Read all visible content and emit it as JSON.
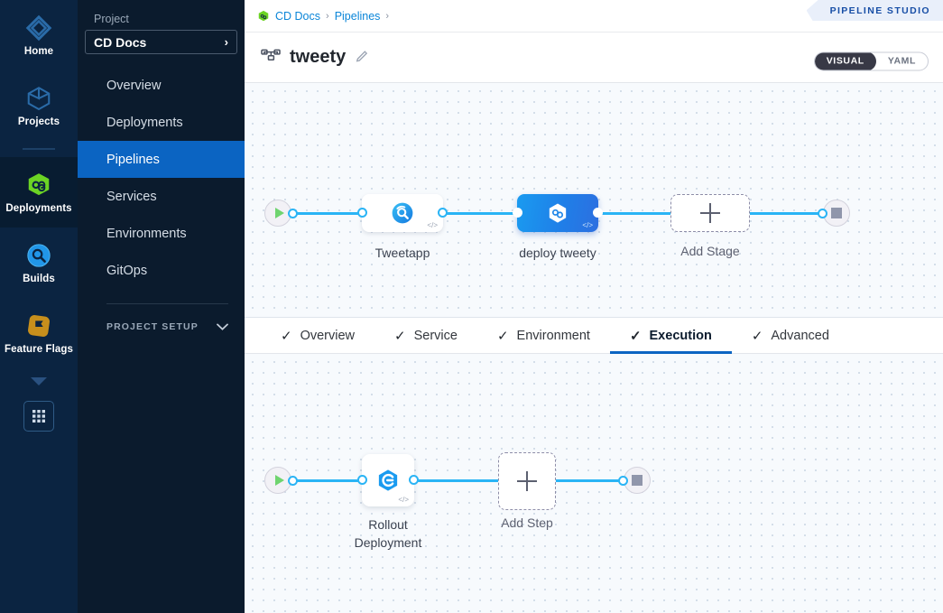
{
  "rail": {
    "items": [
      {
        "label": "Home",
        "icon": "home-diamond-icon"
      },
      {
        "label": "Projects",
        "icon": "cube-icon"
      },
      {
        "label": "Deployments",
        "icon": "deployments-hexagon-icon"
      },
      {
        "label": "Builds",
        "icon": "builds-circle-icon"
      },
      {
        "label": "Feature Flags",
        "icon": "feature-flag-icon"
      }
    ],
    "more_icon": "caret-down-icon",
    "grid_icon": "app-grid-icon"
  },
  "sidebar": {
    "project_label": "Project",
    "project_name": "CD Docs",
    "project_chevron": "chevron-right-icon",
    "items": [
      {
        "label": "Overview",
        "active": false
      },
      {
        "label": "Deployments",
        "active": false
      },
      {
        "label": "Pipelines",
        "active": true
      },
      {
        "label": "Services",
        "active": false
      },
      {
        "label": "Environments",
        "active": false
      },
      {
        "label": "GitOps",
        "active": false
      }
    ],
    "section_label": "PROJECT SETUP",
    "section_chevron": "chevron-down-icon"
  },
  "header": {
    "breadcrumb_icon": "harness-cd-icon",
    "breadcrumbs": [
      {
        "label": "CD Docs"
      },
      {
        "label": "Pipelines"
      }
    ],
    "separator": "›",
    "studio_tab": "PIPELINE STUDIO"
  },
  "title": {
    "icon": "pipeline-tree-icon",
    "name": "tweety",
    "edit_icon": "pencil-icon",
    "toggle": {
      "options": [
        "VISUAL",
        "YAML"
      ],
      "selected": "VISUAL"
    }
  },
  "stage_canvas": {
    "start_icon": "play-icon",
    "end_icon": "stop-icon",
    "stages": [
      {
        "name": "Tweetapp",
        "type": "ci",
        "icon": "builds-circle-icon",
        "selected": false,
        "code_badge": "</>"
      },
      {
        "name": "deploy tweety",
        "type": "cd",
        "icon": "deployments-hexagon-icon",
        "selected": true,
        "code_badge": "</>"
      }
    ],
    "add_stage_label": "Add Stage",
    "add_icon": "plus-icon"
  },
  "tabs": [
    {
      "label": "Overview",
      "checked": true,
      "active": false
    },
    {
      "label": "Service",
      "checked": true,
      "active": false
    },
    {
      "label": "Environment",
      "checked": true,
      "active": false
    },
    {
      "label": "Execution",
      "checked": true,
      "active": true
    },
    {
      "label": "Advanced",
      "checked": true,
      "active": false
    }
  ],
  "tab_check_glyph": "✓",
  "execution_canvas": {
    "start_icon": "play-icon",
    "end_icon": "stop-icon",
    "steps": [
      {
        "name": "Rollout Deployment",
        "icon": "k8s-rollout-icon",
        "code_badge": "</>"
      }
    ],
    "add_step_label": "Add Step",
    "add_icon": "plus-icon"
  },
  "colors": {
    "accent_blue": "#0b64c2",
    "link_blue": "#2ab4f5",
    "nav_bg": "#0b1b2d",
    "rail_bg": "#0b2441",
    "canvas_bg": "#f7fafd",
    "green": "#6fd46f"
  }
}
